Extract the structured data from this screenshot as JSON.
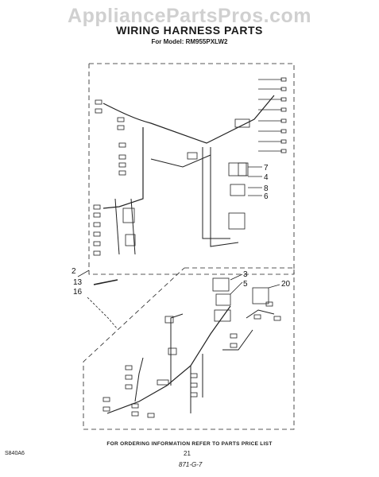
{
  "watermark": "AppliancePartsPros.com",
  "header": {
    "title": "WIRING HARNESS PARTS",
    "model_line": "For Model: RM955PXLW2"
  },
  "callouts": {
    "c7": "7",
    "c4": "4",
    "c8": "8",
    "c6": "6",
    "c2": "2",
    "c13": "13",
    "c16": "16",
    "c3": "3",
    "c5": "5",
    "c20": "20"
  },
  "footer": {
    "ordering_note": "FOR ORDERING INFORMATION REFER TO PARTS PRICE LIST",
    "drawing_code": "S840A6",
    "page_number": "21",
    "handwritten_note": "871-G-7"
  }
}
